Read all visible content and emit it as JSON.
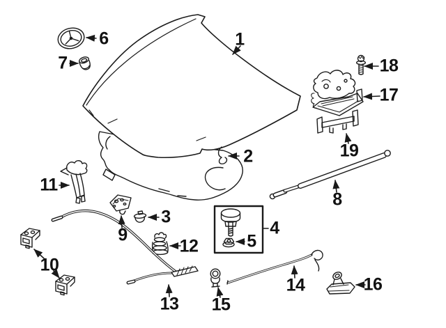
{
  "diagram": {
    "background_color": "#ffffff",
    "line_color": "#1a1a1a",
    "label_color": "#111111",
    "callouts": [
      {
        "number": "1"
      },
      {
        "number": "2"
      },
      {
        "number": "3"
      },
      {
        "number": "4"
      },
      {
        "number": "5"
      },
      {
        "number": "6"
      },
      {
        "number": "7"
      },
      {
        "number": "8"
      },
      {
        "number": "9"
      },
      {
        "number": "10"
      },
      {
        "number": "11"
      },
      {
        "number": "12"
      },
      {
        "number": "13"
      },
      {
        "number": "14"
      },
      {
        "number": "15"
      },
      {
        "number": "16"
      },
      {
        "number": "17"
      },
      {
        "number": "18"
      },
      {
        "number": "19"
      }
    ]
  }
}
